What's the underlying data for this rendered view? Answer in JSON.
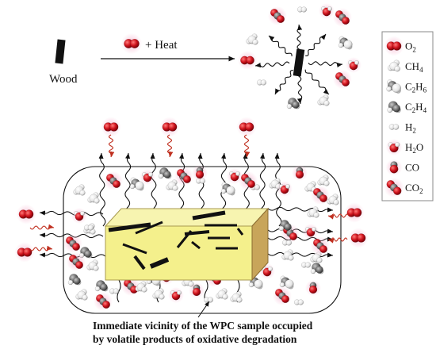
{
  "top_row": {
    "wood_label": "Wood",
    "heat_label": "+ Heat"
  },
  "legend": {
    "items": [
      {
        "key": "o2",
        "base": "O",
        "sub": "2",
        "sub2": "",
        "mid": ""
      },
      {
        "key": "ch4",
        "base": "CH",
        "sub": "4",
        "sub2": "",
        "mid": ""
      },
      {
        "key": "c2h6",
        "base": "C",
        "sub": "2",
        "mid": "H",
        "sub2": "6"
      },
      {
        "key": "c2h4",
        "base": "C",
        "sub": "2",
        "mid": "H",
        "sub2": "4"
      },
      {
        "key": "h2",
        "base": "H",
        "sub": "2",
        "sub2": "",
        "mid": ""
      },
      {
        "key": "h2o",
        "base": "H",
        "sub": "2",
        "mid": "O",
        "sub2": ""
      },
      {
        "key": "co",
        "base": "CO",
        "sub": "",
        "sub2": "",
        "mid": ""
      },
      {
        "key": "co2",
        "base": "CO",
        "sub": "2",
        "sub2": "",
        "mid": ""
      }
    ]
  },
  "caption": {
    "line1": "Immediate vicinity of the WPC sample occupied",
    "line2": "by volatile products of oxidative degradation"
  },
  "colors": {
    "oxygen_red": "#d0141e",
    "carbon_grey": "#6e6e6e",
    "hydrogen_white": "#f2f2f2",
    "wpc_block": "#f4f08c",
    "wpc_side": "#c8a55a",
    "glow_pink": "#f6b6d0"
  }
}
